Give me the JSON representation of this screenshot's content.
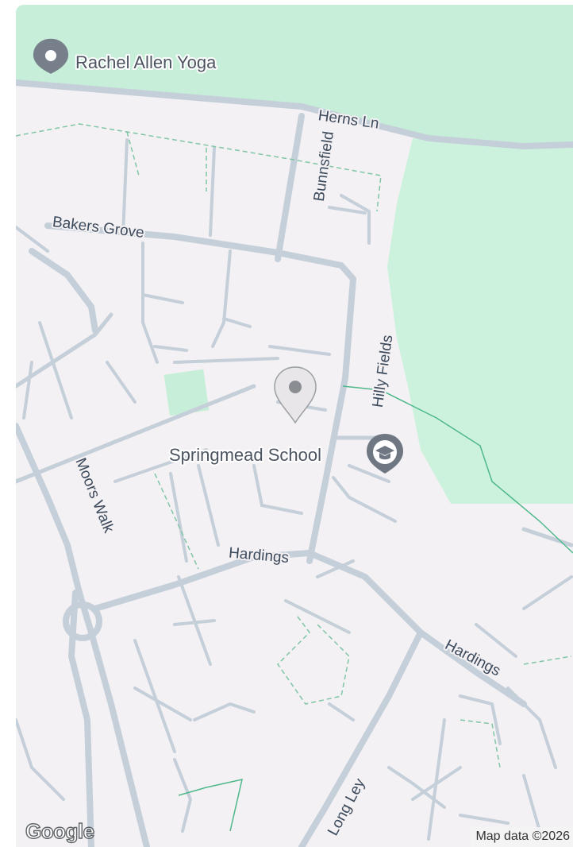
{
  "map": {
    "streets": {
      "herns_ln": "Herns Ln",
      "bunnsfield": "Bunnsfield",
      "bakers_grove": "Bakers Grove",
      "hilly_fields": "Hilly Fields",
      "moors_walk": "Moors Walk",
      "hardings_main": "Hardings",
      "hardings_east": "Hardings",
      "long_ley": "Long Ley"
    },
    "pois": {
      "yoga": {
        "label": "Rachel Allen Yoga",
        "icon": "location-pin-icon"
      },
      "school": {
        "label": "Springmead School",
        "icon": "graduation-cap-icon"
      }
    },
    "marker": {
      "icon": "map-marker-icon"
    },
    "colors": {
      "land": "#f3f1f3",
      "park": "#c6eed8",
      "road": "#c5cfd9",
      "path": "#4fb88a",
      "label": "#3c4a5c"
    }
  },
  "footer": {
    "logo": "Google",
    "attribution": "Map data ©2026"
  }
}
